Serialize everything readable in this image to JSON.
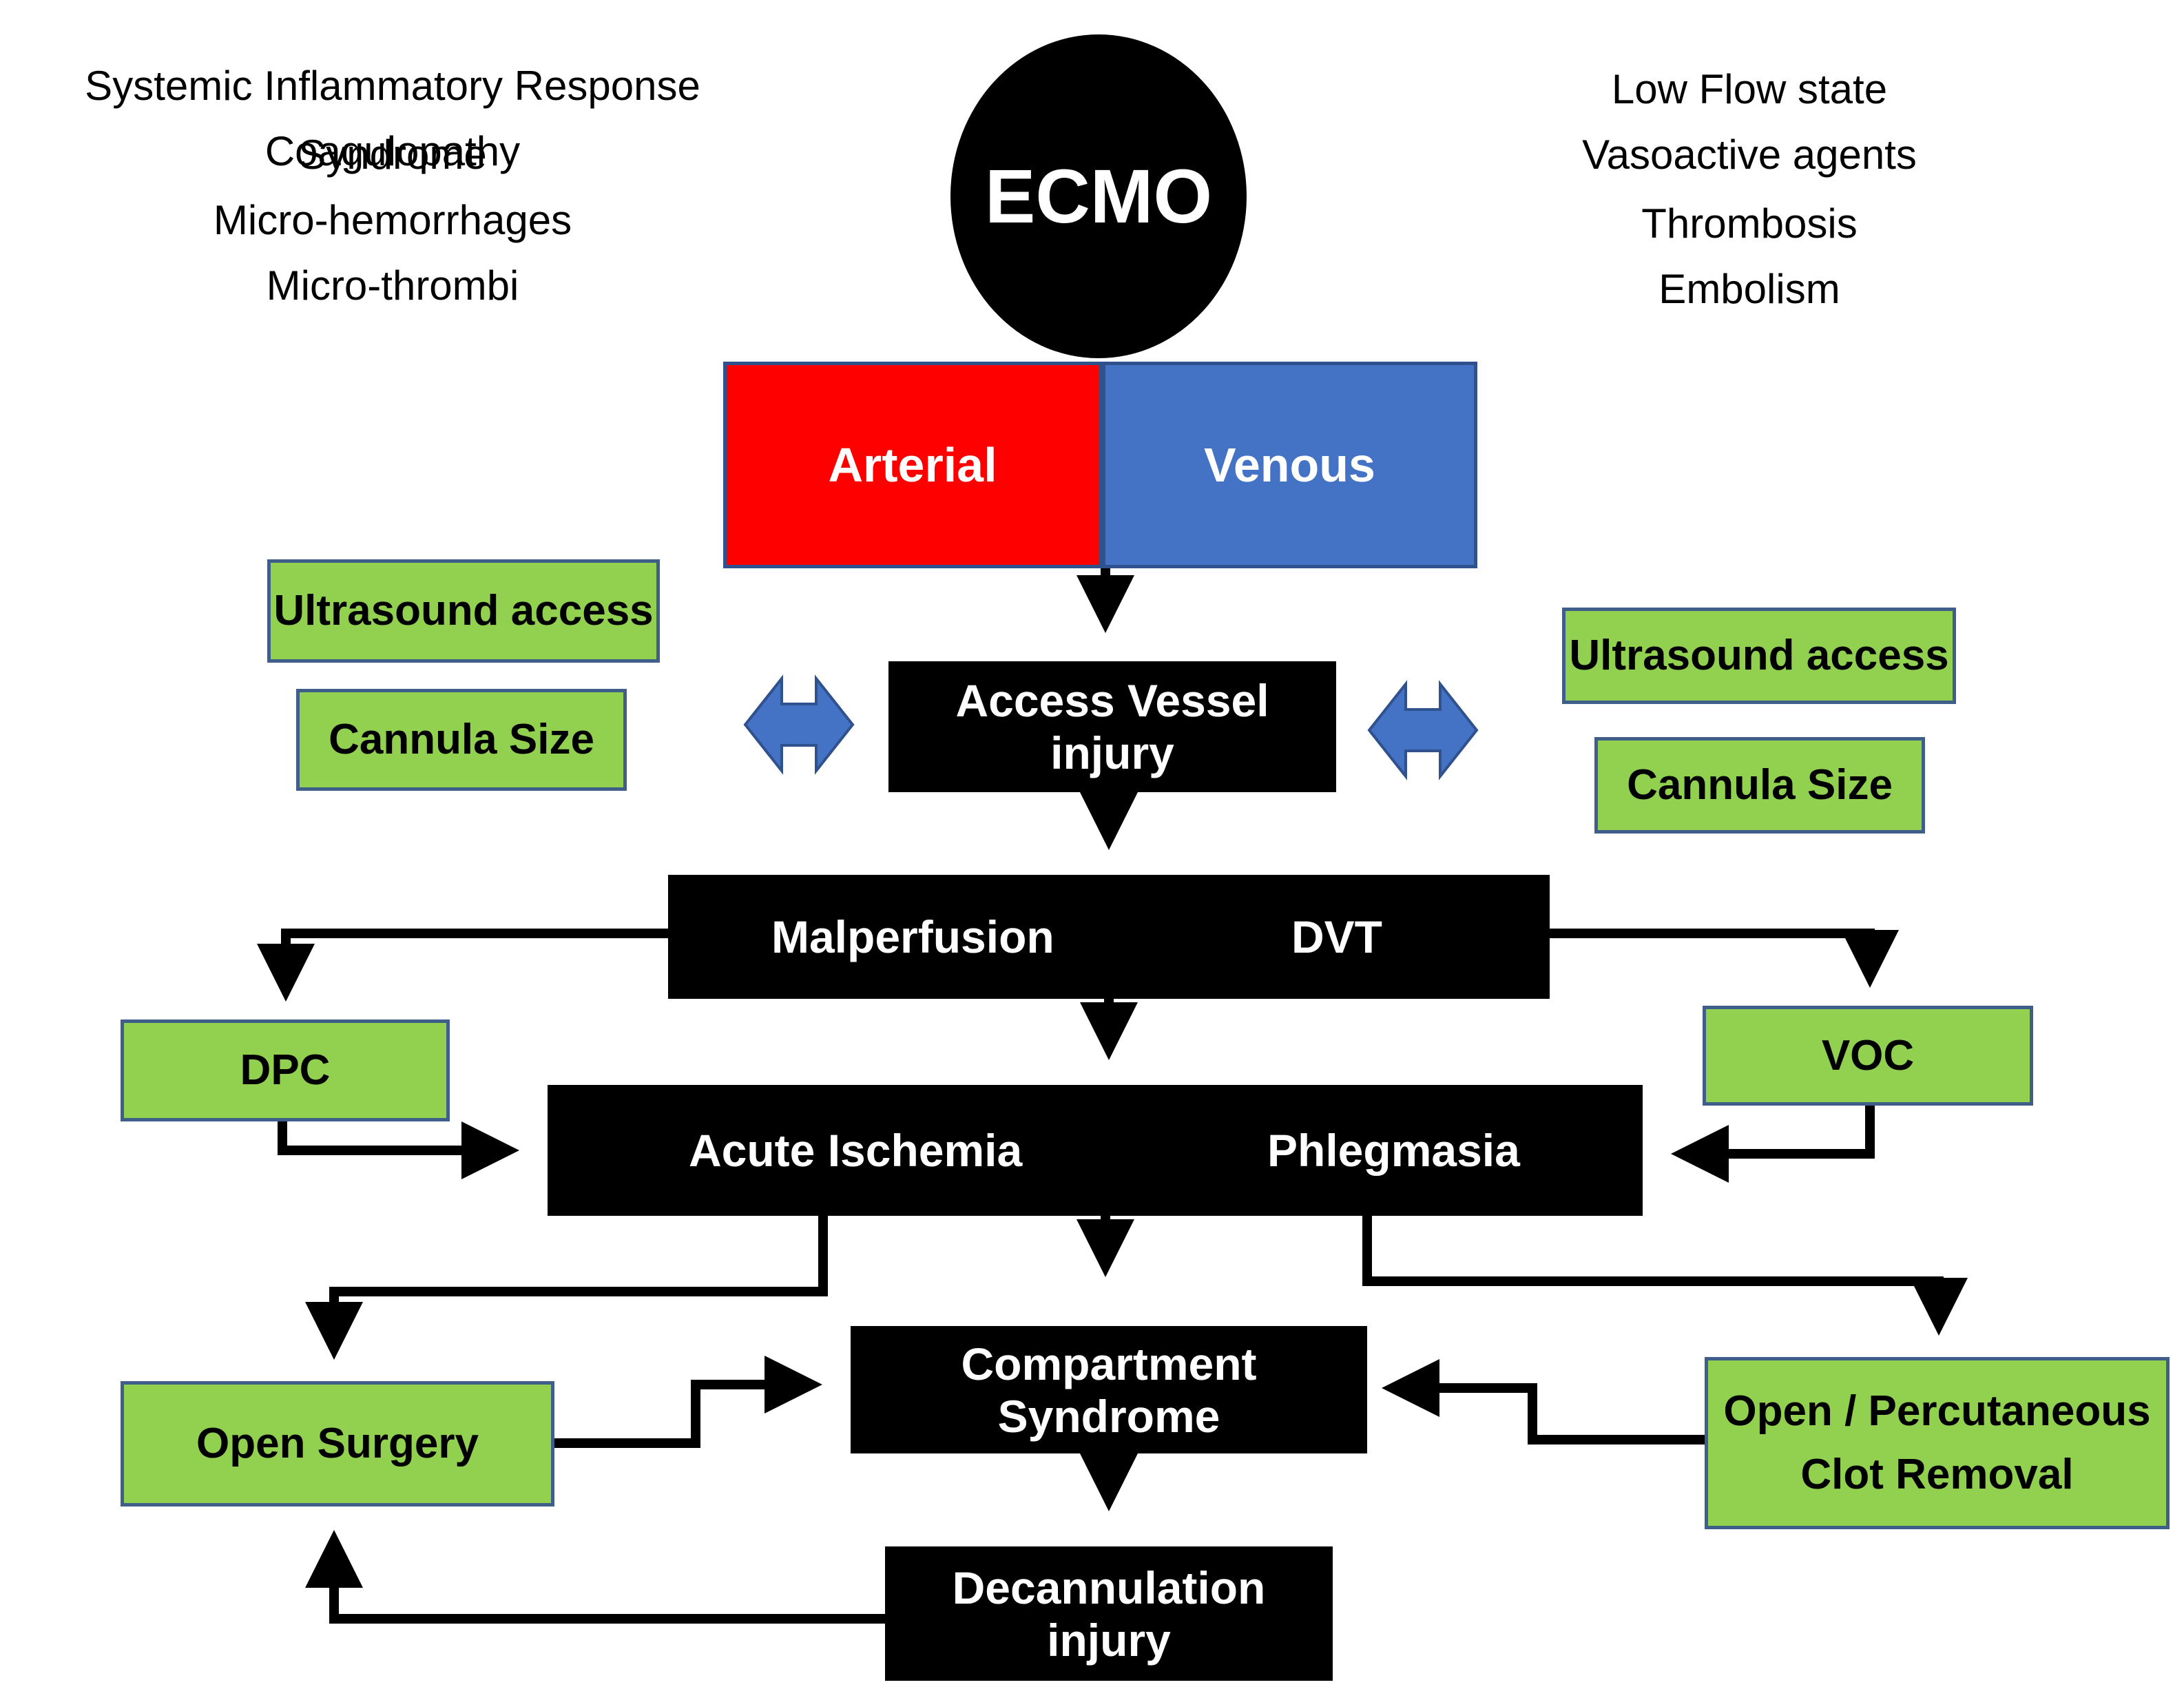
{
  "left_notes": [
    "Systemic Inflammatory Response Syndrome",
    "Coagulopathy",
    "Micro-hemorrhages",
    "Micro-thrombi"
  ],
  "right_notes": [
    "Low Flow state",
    "Vasoactive agents",
    "Thrombosis",
    "Embolism"
  ],
  "ecmo": "ECMO",
  "arterial": "Arterial",
  "venous": "Venous",
  "left_factors": [
    "Ultrasound access",
    "Cannula Size"
  ],
  "right_factors": [
    "Ultrasound access",
    "Cannula Size"
  ],
  "access_vessel_injury": "Access Vessel injury",
  "malperfusion": "Malperfusion",
  "dvt": "DVT",
  "dpc": "DPC",
  "voc": "VOC",
  "acute_ischemia": "Acute Ischemia",
  "phlegmasia": "Phlegmasia",
  "open_surgery": "Open Surgery",
  "compartment_syndrome": "Compartment Syndrome",
  "clot_removal": [
    "Open / Percutaneous",
    "Clot Removal"
  ],
  "decannulation_injury": "Decannulation injury",
  "colors": {
    "green": "#92d050",
    "red": "#ff0000",
    "blue": "#4472c4",
    "black": "#000000",
    "double_arrow": "#4472c4"
  }
}
